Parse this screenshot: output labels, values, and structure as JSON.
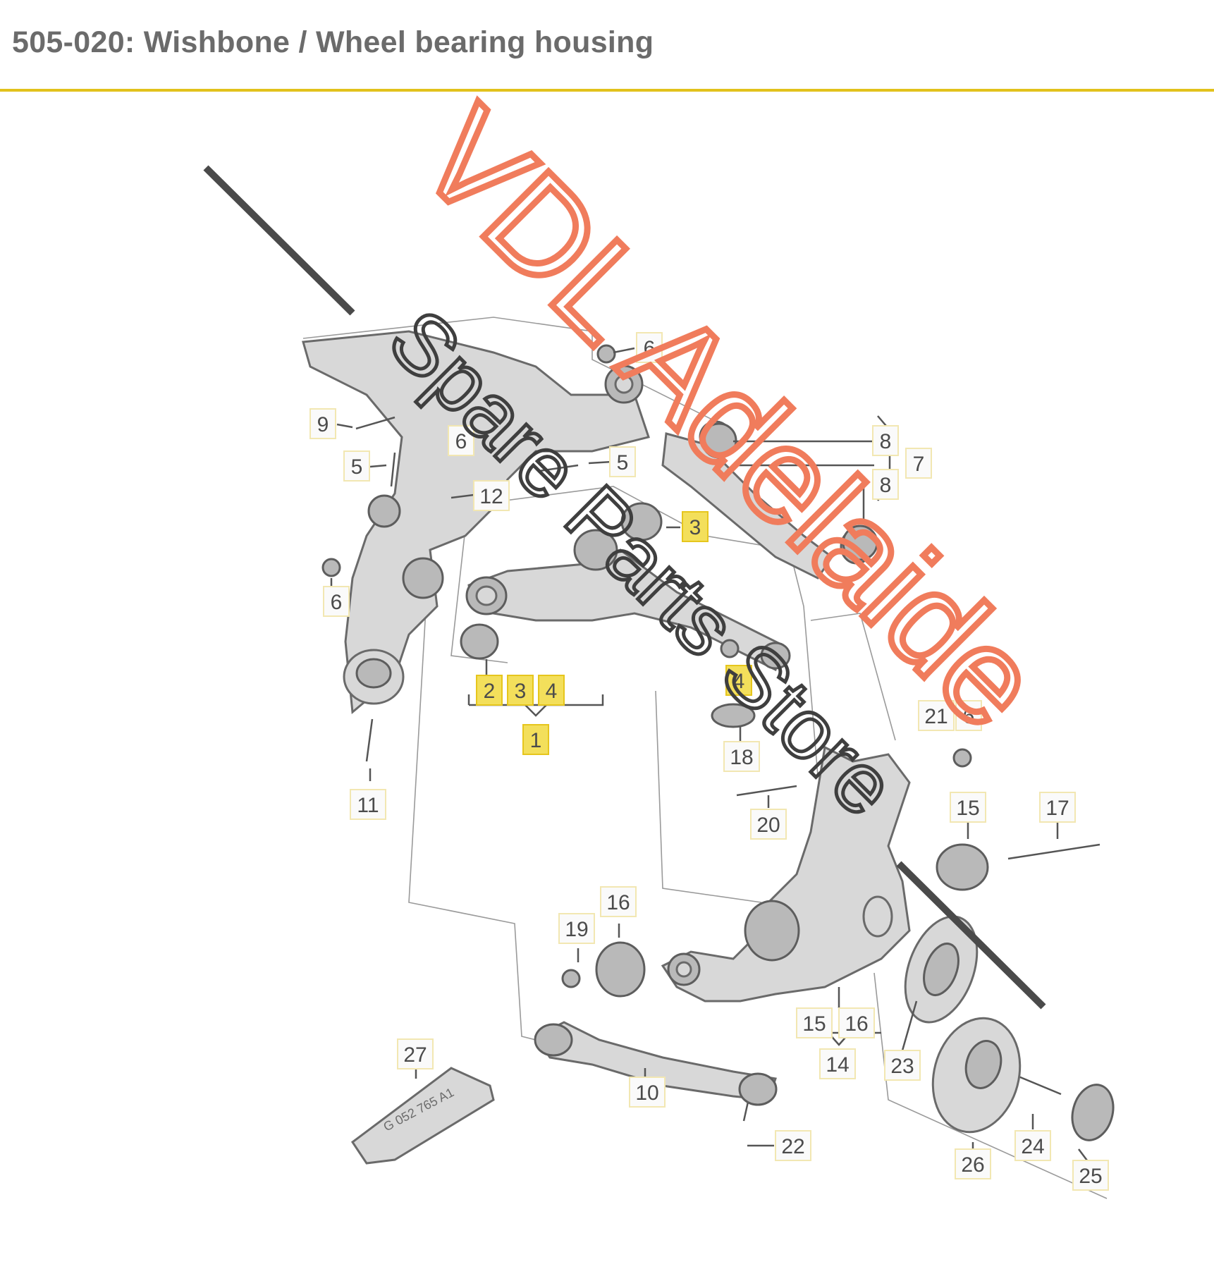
{
  "header": {
    "title": "505-020: Wishbone / Wheel bearing housing",
    "accent_color": "#e2c21c"
  },
  "watermark": {
    "line1": "VDL Adelaide",
    "line2": "Spare Parts Store",
    "line1_color": "#f07c5c",
    "line2_color": "#3f3f3f"
  },
  "callouts": [
    {
      "id": "c6a",
      "text": "6",
      "highlight": false
    },
    {
      "id": "c9",
      "text": "9",
      "highlight": false
    },
    {
      "id": "c5a",
      "text": "5",
      "highlight": false
    },
    {
      "id": "c6b",
      "text": "6",
      "highlight": false
    },
    {
      "id": "c5b",
      "text": "5",
      "highlight": false
    },
    {
      "id": "c12",
      "text": "12",
      "highlight": false
    },
    {
      "id": "c8a",
      "text": "8",
      "highlight": false
    },
    {
      "id": "c7",
      "text": "7",
      "highlight": false
    },
    {
      "id": "c8b",
      "text": "8",
      "highlight": false
    },
    {
      "id": "c3a",
      "text": "3",
      "highlight": true
    },
    {
      "id": "c6c",
      "text": "6",
      "highlight": false
    },
    {
      "id": "c2",
      "text": "2",
      "highlight": true
    },
    {
      "id": "c3b",
      "text": "3",
      "highlight": true
    },
    {
      "id": "c4a",
      "text": "4",
      "highlight": true
    },
    {
      "id": "c1",
      "text": "1",
      "highlight": true
    },
    {
      "id": "c4b",
      "text": "4",
      "highlight": true
    },
    {
      "id": "c18",
      "text": "18",
      "highlight": false
    },
    {
      "id": "c21",
      "text": "21",
      "highlight": false
    },
    {
      "id": "c6d",
      "text": "6",
      "highlight": false
    },
    {
      "id": "c11",
      "text": "11",
      "highlight": false
    },
    {
      "id": "c20",
      "text": "20",
      "highlight": false
    },
    {
      "id": "c15a",
      "text": "15",
      "highlight": false
    },
    {
      "id": "c17",
      "text": "17",
      "highlight": false
    },
    {
      "id": "c16a",
      "text": "16",
      "highlight": false
    },
    {
      "id": "c19",
      "text": "19",
      "highlight": false
    },
    {
      "id": "c15b",
      "text": "15",
      "highlight": false
    },
    {
      "id": "c16b",
      "text": "16",
      "highlight": false
    },
    {
      "id": "c14",
      "text": "14",
      "highlight": false
    },
    {
      "id": "c23",
      "text": "23",
      "highlight": false
    },
    {
      "id": "c27",
      "text": "27",
      "highlight": false
    },
    {
      "id": "c10",
      "text": "10",
      "highlight": false
    },
    {
      "id": "c22",
      "text": "22",
      "highlight": false
    },
    {
      "id": "c24",
      "text": "24",
      "highlight": false
    },
    {
      "id": "c26",
      "text": "26",
      "highlight": false
    },
    {
      "id": "c25",
      "text": "25",
      "highlight": false
    }
  ],
  "tube_label": "G 052 765 A1"
}
